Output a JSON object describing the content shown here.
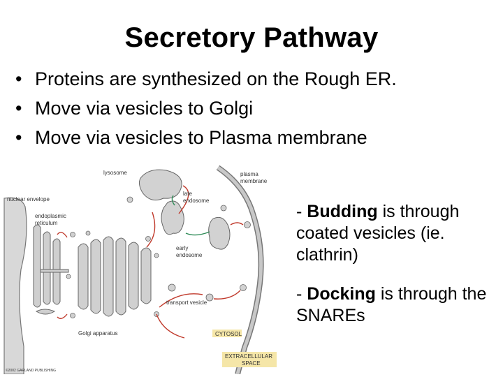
{
  "title": "Secretory Pathway",
  "bullets": [
    "Proteins are synthesized on the Rough ER.",
    "Move via vesicles to Golgi",
    "Move via vesicles to Plasma membrane"
  ],
  "budding": {
    "dash": "- ",
    "term": "Budding",
    "rest": " is through coated vesicles (ie. clathrin)"
  },
  "docking": {
    "dash": "- ",
    "term": "Docking",
    "rest": " is through the SNAREs"
  },
  "diagram": {
    "labels": {
      "lysosome": "lysosome",
      "plasma_membrane_1": "plasma",
      "plasma_membrane_2": "membrane",
      "nuclear_envelope": "nuclear envelope",
      "late_endosome_1": "late",
      "late_endosome_2": "endosome",
      "er_1": "endoplasmic",
      "er_2": "reticulum",
      "early_endosome_1": "early",
      "early_endosome_2": "endosome",
      "transport_vesicle": "transport vesicle",
      "golgi": "Golgi apparatus",
      "cytosol": "CYTOSOL",
      "extracellular_1": "EXTRACELLULAR",
      "extracellular_2": "SPACE",
      "copyright": "©2002 GARLAND PUBLISHING"
    }
  }
}
